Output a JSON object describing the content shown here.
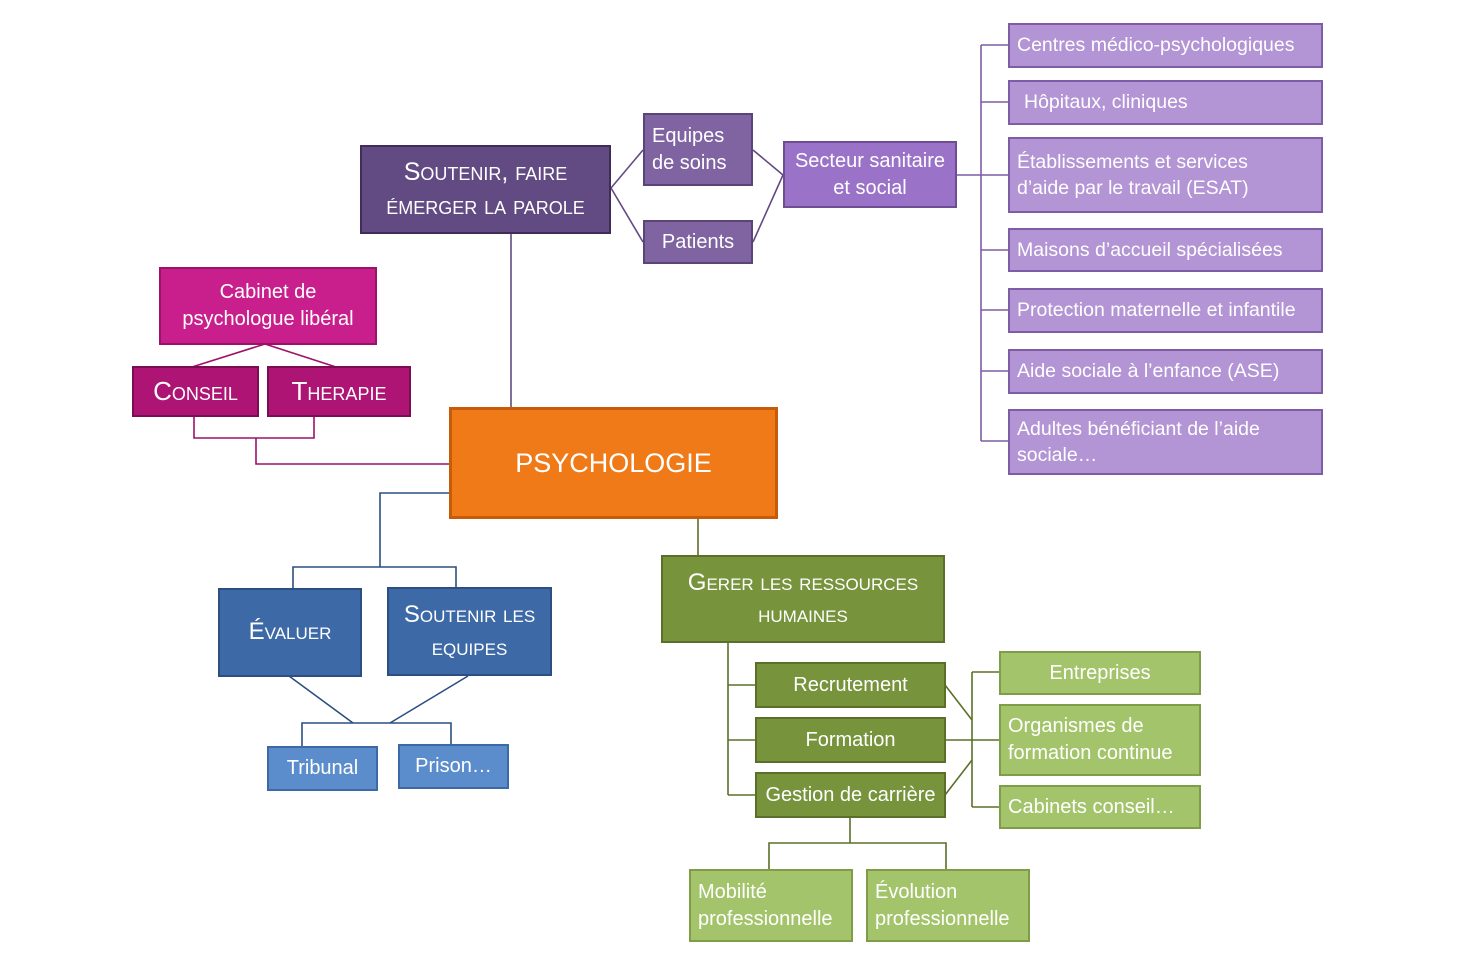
{
  "central": "PSYCHOLOGIE",
  "soutenir_parole": {
    "title": "Soutenir, faire\némerger la parole",
    "equipes": "Equipes\nde soins",
    "patients": "Patients",
    "secteur": "Secteur sanitaire\net social",
    "secteur_items": [
      "Centres médico-psychologiques",
      "Hôpitaux, cliniques",
      "Établissements et services\nd’aide par le travail (ESAT)",
      "Maisons d’accueil spécialisées",
      "Protection maternelle et infantile",
      "Aide sociale à l’enfance (ASE)",
      "Adultes bénéficiant de l’aide\nsociale…"
    ]
  },
  "cabinet": {
    "title": "Cabinet de\npsychologue libéral",
    "conseil": "Conseil",
    "therapie": "Therapie"
  },
  "evaluer_group": {
    "evaluer": "Évaluer",
    "soutenir_equipes": "Soutenir les\nequipes",
    "tribunal": "Tribunal",
    "prison": "Prison…"
  },
  "rh": {
    "title": "Gerer les ressources\nhumaines",
    "recrutement": "Recrutement",
    "formation": "Formation",
    "gestion": "Gestion de carrière",
    "entreprises": "Entreprises",
    "organismes": "Organismes de\nformation continue",
    "cabinets": "Cabinets conseil…",
    "mobilite": "Mobilité\nprofessionnelle",
    "evolution": "Évolution\nprofessionnelle"
  },
  "colors": {
    "orange": "#f07a17",
    "purple": "#624a82",
    "lavender": "#b394d4",
    "magenta": "#c91f8d",
    "blue": "#3d6aa6",
    "green": "#77933c",
    "light_green": "#a3c46b"
  }
}
